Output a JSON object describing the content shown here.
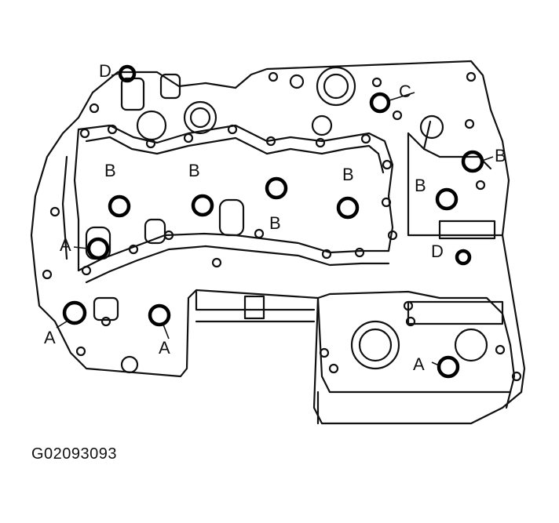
{
  "labels": {
    "d_top": "D",
    "c_top": "C",
    "b_left": "B",
    "b_mid": "B",
    "b_right_top": "B",
    "b_center": "B",
    "b_right_low": "B",
    "b_far_right": "B",
    "a_left_top": "A",
    "a_left_bottom": "A",
    "a_mid_bottom": "A",
    "d_right": "D",
    "a_right": "A"
  },
  "figure_id": "G02093093",
  "colors": {
    "line": "#111111",
    "background": "#ffffff"
  }
}
